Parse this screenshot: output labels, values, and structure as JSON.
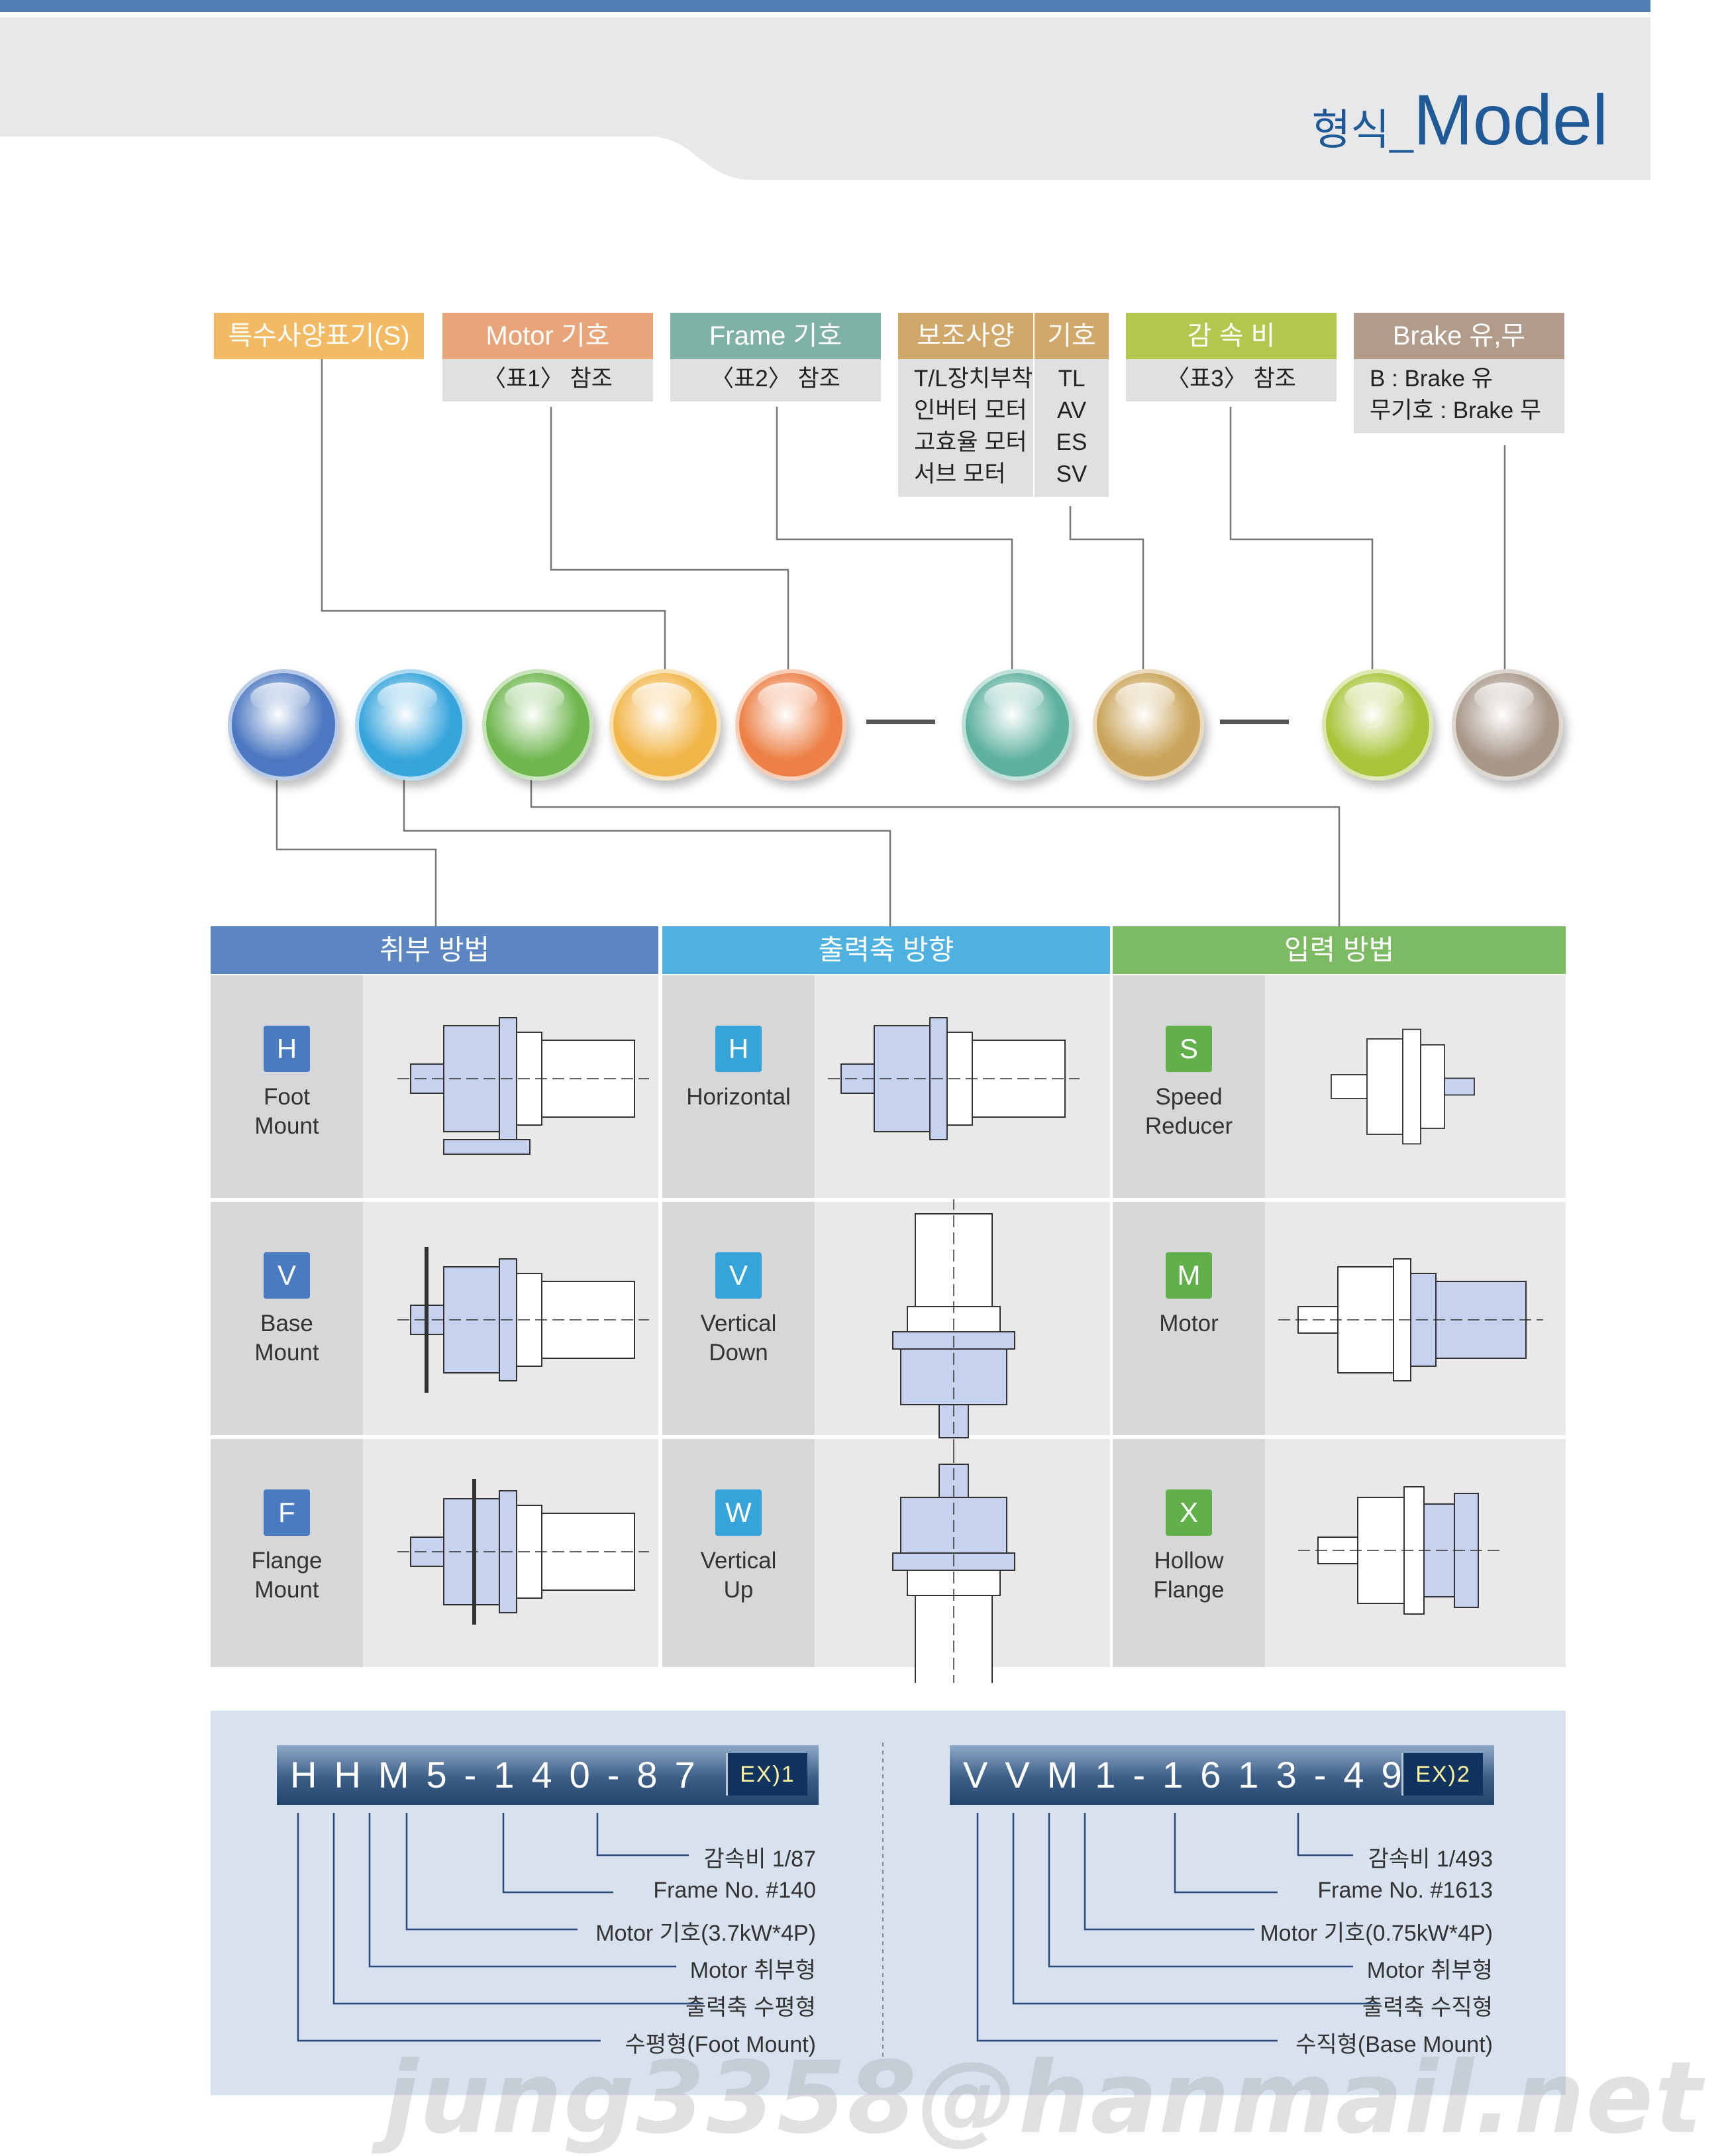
{
  "header": {
    "title_ko": "형식_",
    "title_en": "Model"
  },
  "specs": [
    {
      "label": "특수사양표기(S)",
      "color": "#f2ba62",
      "lines": []
    },
    {
      "label": "Motor 기호",
      "color": "#e9a57a",
      "lines": [
        "〈표1〉 참조"
      ]
    },
    {
      "label": "Frame 기호",
      "color": "#7fb1a5",
      "lines": [
        "〈표2〉 참조"
      ]
    },
    {
      "label": "보조사양",
      "color": "#cfa86a",
      "lines": [
        "T/L장치부착",
        "인버터 모터",
        "고효율 모터",
        "서브 모터"
      ]
    },
    {
      "label": "기호",
      "color": "#cfa86a",
      "lines": [
        "TL",
        "AV",
        "ES",
        "SV"
      ]
    },
    {
      "label": "감 속 비",
      "color": "#b3c74e",
      "lines": [
        "〈표3〉 참조"
      ]
    },
    {
      "label": "Brake 유,무",
      "color": "#b19b8b",
      "lines": [
        "B : Brake 유",
        "무기호 : Brake 무"
      ]
    }
  ],
  "circles": [
    {
      "name": "mount",
      "color": "#4b78c0"
    },
    {
      "name": "shaft-direction",
      "color": "#36a4db"
    },
    {
      "name": "input",
      "color": "#6fb64f"
    },
    {
      "name": "special",
      "color": "#f1b64a"
    },
    {
      "name": "motor",
      "color": "#ec8046"
    },
    {
      "name": "frame",
      "color": "#5fb19f"
    },
    {
      "name": "option",
      "color": "#c9a45a"
    },
    {
      "name": "ratio",
      "color": "#a9c43a"
    },
    {
      "name": "brake",
      "color": "#a8988a"
    }
  ],
  "sections": [
    {
      "title": "취부 방법",
      "color": "#5b86c2",
      "options": [
        {
          "code": "H",
          "label_lines": [
            "Foot",
            "Mount"
          ]
        },
        {
          "code": "V",
          "label_lines": [
            "Base",
            "Mount"
          ]
        },
        {
          "code": "F",
          "label_lines": [
            "Flange",
            "Mount"
          ]
        }
      ],
      "badge_color": "#4a7ac0"
    },
    {
      "title": "출력축 방향",
      "color": "#4fb1df",
      "options": [
        {
          "code": "H",
          "label_lines": [
            "Horizontal"
          ]
        },
        {
          "code": "V",
          "label_lines": [
            "Vertical",
            "Down"
          ]
        },
        {
          "code": "W",
          "label_lines": [
            "Vertical",
            "Up"
          ]
        }
      ],
      "badge_color": "#37a4d9"
    },
    {
      "title": "입력 방법",
      "color": "#7cbb63",
      "options": [
        {
          "code": "S",
          "label_lines": [
            "Speed",
            "Reducer"
          ]
        },
        {
          "code": "M",
          "label_lines": [
            "Motor"
          ]
        },
        {
          "code": "X",
          "label_lines": [
            "Hollow",
            "Flange"
          ]
        }
      ],
      "badge_color": "#62b04a"
    }
  ],
  "examples": [
    {
      "code": "HHM5-140-87",
      "tag": "EX)1",
      "lines": [
        "감속비 1/87",
        "Frame No. #140",
        "Motor 기호(3.7kW*4P)",
        "Motor 취부형",
        "출력축 수평형",
        "수평형(Foot Mount)"
      ]
    },
    {
      "code": "VVM1-1613-493",
      "tag": "EX)2",
      "lines": [
        "감속비 1/493",
        "Frame No. #1613",
        "Motor 기호(0.75kW*4P)",
        "Motor 취부형",
        "출력축 수직형",
        "수직형(Base Mount)"
      ]
    }
  ],
  "watermark": "jung3358@hanmail.net"
}
